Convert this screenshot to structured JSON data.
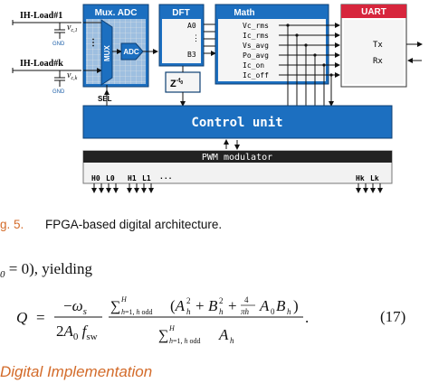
{
  "figure": {
    "loads": [
      "IH-Load#1",
      "IH-Load#k"
    ],
    "gnd_label": "GND",
    "vc_labels": [
      "v",
      "v"
    ],
    "vc_subs": [
      "c,1",
      "c,k"
    ],
    "mux_adc": {
      "title": "Mux. ADC",
      "mux": "MUX",
      "adc": "ADC",
      "vc": "vc",
      "sel": "SEL"
    },
    "dft": {
      "title": "DFT",
      "outputs": [
        "A0",
        "B3"
      ],
      "z_block": "Z",
      "z_exp": "-t",
      "z_exp_sub": "0"
    },
    "math": {
      "title": "Math",
      "outputs": [
        "Vc_rms",
        "Ic_rms",
        "Vs_avg",
        "Po_avg",
        "Ic_on",
        "Ic_off"
      ]
    },
    "uart": {
      "title": "UART",
      "tx": "Tx",
      "rx": "Rx"
    },
    "control": "Control unit",
    "pwm": "PWM modulator",
    "pwm_outputs": [
      "H0",
      "L0",
      "H1",
      "L1",
      "Hk",
      "Lk"
    ],
    "ellipsis": "···",
    "colors": {
      "block_blue": "#1c6fc0",
      "header_blue": "#1d5fa8",
      "uart_red": "#d7263d",
      "pwm_dark": "#222222",
      "grid_bg": "#f2f2f2",
      "accent_orange": "#d36b2a"
    }
  },
  "caption": {
    "label": "g. 5.",
    "text": "FPGA-based digital architecture."
  },
  "text": {
    "yield_prefix": "0",
    "yield_text": "= 0), yielding",
    "equation_number": "(17)",
    "section_heading": "Digital Implementation"
  }
}
